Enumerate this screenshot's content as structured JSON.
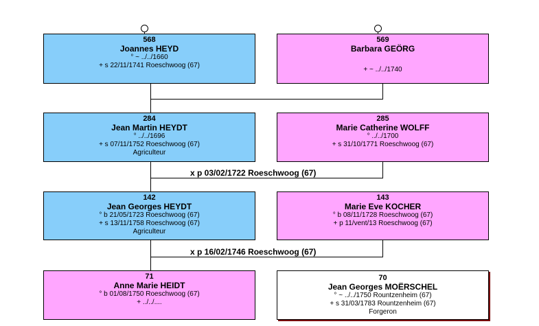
{
  "people": [
    {
      "num": "568",
      "name": "Joannes HEYD",
      "lines": [
        "° ~ ../../1660",
        "+ s 22/11/1741 Roeschwoog (67)"
      ]
    },
    {
      "num": "569",
      "name": "Barbara GEÖRG",
      "lines": [
        "",
        "+ ~ ../../1740"
      ]
    },
    {
      "num": "284",
      "name": "Jean Martin HEYDT",
      "lines": [
        "° ../../1696",
        "+ s 07/11/1752 Roeschwoog (67)",
        "Agriculteur"
      ]
    },
    {
      "num": "285",
      "name": "Marie Catherine WOLFF",
      "lines": [
        "° ../../1700",
        "+ s 31/10/1771 Roeschwoog (67)"
      ]
    },
    {
      "num": "142",
      "name": "Jean Georges HEYDT",
      "lines": [
        "° b 21/05/1723 Roeschwoog (67)",
        "+ s 13/11/1758 Roeschwoog (67)",
        "Agriculteur"
      ]
    },
    {
      "num": "143",
      "name": "Marie Eve KOCHER",
      "lines": [
        "° b 08/11/1728 Roeschwoog (67)",
        "+ p 11/vent/13 Roeschwoog (67)"
      ]
    },
    {
      "num": "71",
      "name": "Anne Marie HEIDT",
      "lines": [
        "° b 01/08/1750 Roeschwoog (67)",
        "+ ../../...."
      ]
    },
    {
      "num": "70",
      "name": "Jean Georges MOËRSCHEL",
      "lines": [
        "° ~ ../../1750 Rountzenheim (67)",
        "+ s 31/03/1783 Rountzenheim (67)",
        "Forgeron"
      ]
    }
  ],
  "marriages": [
    {
      "text": "x p 03/02/1722 Roeschwoog (67)"
    },
    {
      "text": "x p 16/02/1746 Roeschwoog (67)"
    }
  ],
  "colors": {
    "male": "#87cefa",
    "female": "#ffa6ff",
    "line": "#000000"
  }
}
